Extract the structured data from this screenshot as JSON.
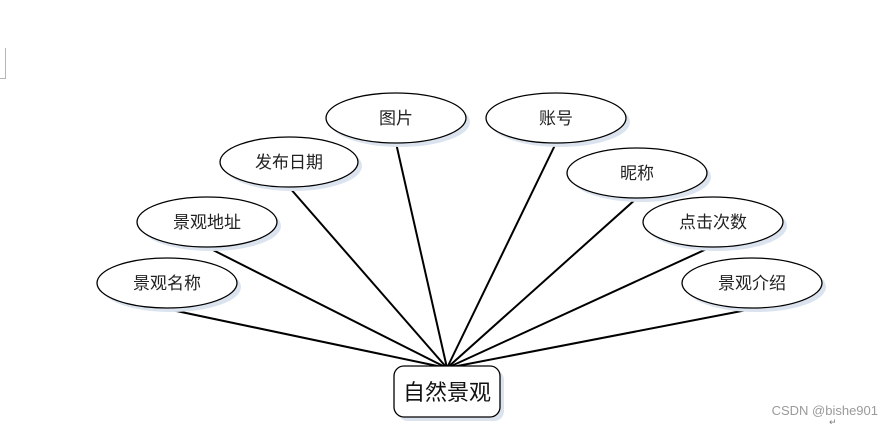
{
  "entity": {
    "label": "自然景观"
  },
  "attributes": [
    {
      "label": "景观名称"
    },
    {
      "label": "景观地址"
    },
    {
      "label": "发布日期"
    },
    {
      "label": "图片"
    },
    {
      "label": "账号"
    },
    {
      "label": "昵称"
    },
    {
      "label": "点击次数"
    },
    {
      "label": "景观介绍"
    }
  ],
  "watermark": "CSDN @bishe901",
  "colors": {
    "stroke": "#000000",
    "fill": "#ffffff",
    "shadow": "#dbe3ee"
  }
}
